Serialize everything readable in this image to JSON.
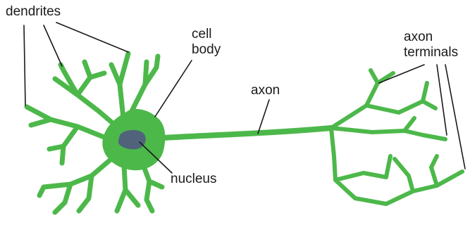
{
  "labels": {
    "dendrites": "dendrites",
    "cell_body_line1": "cell",
    "cell_body_line2": "body",
    "axon": "axon",
    "nucleus": "nucleus",
    "axon_terminals_line1": "axon",
    "axon_terminals_line2": "terminals"
  },
  "colors": {
    "neuron_fill": "#4cb84a",
    "nucleus_fill": "#51637a",
    "leader_lines": "#1a1a1a",
    "background": "#ffffff"
  }
}
